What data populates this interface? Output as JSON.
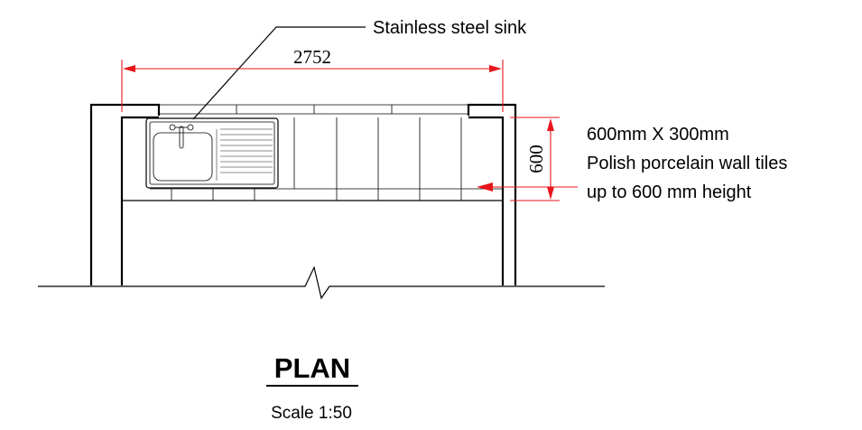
{
  "sink_label": "Stainless steel sink",
  "width_dimension": "2752",
  "height_dimension": "600",
  "tile_note": {
    "line1": "600mm X 300mm",
    "line2": "Polish porcelain wall tiles",
    "line3": "up to 600 mm height"
  },
  "title": "PLAN",
  "scale": "Scale 1:50",
  "colors": {
    "dimension": "#e8161b",
    "linework": "#000000"
  }
}
